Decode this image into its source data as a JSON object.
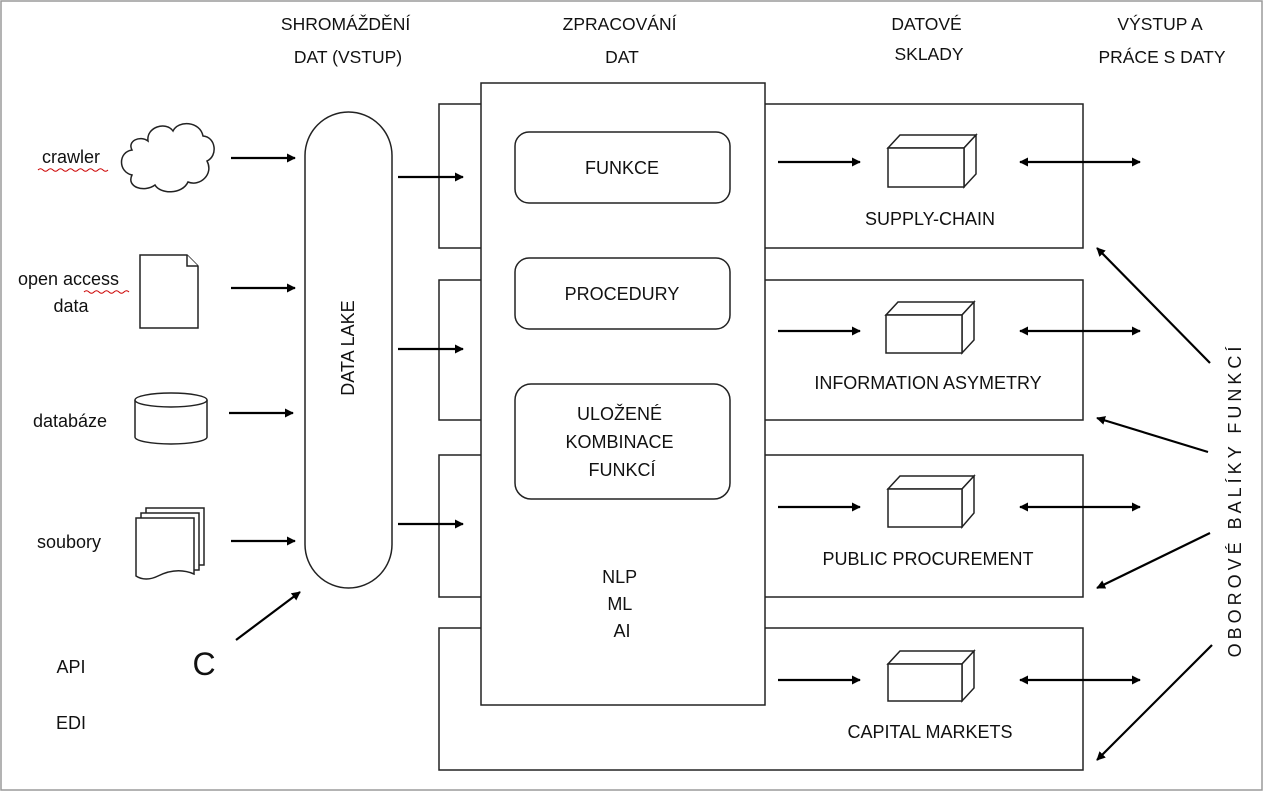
{
  "headers": {
    "input": [
      "SHROMÁŽDĚNÍ",
      "DAT (VSTUP)"
    ],
    "processing": [
      "ZPRACOVÁNÍ",
      "DAT"
    ],
    "storage": [
      "DATOVÉ",
      "SKLADY"
    ],
    "output": [
      "VÝSTUP A",
      "PRÁCE S DATY"
    ]
  },
  "sources": {
    "crawler": "crawler",
    "open_access": [
      "open access",
      "data"
    ],
    "database": "databáze",
    "files": "soubory",
    "api": "API",
    "edi": "EDI",
    "c": "C"
  },
  "data_lake": "DATA LAKE",
  "processing": {
    "functions": "FUNKCE",
    "procedures": "PROCEDURY",
    "saved": [
      "ULOŽENÉ",
      "KOMBINACE",
      "FUNKCÍ"
    ],
    "tech": [
      "NLP",
      "ML",
      "AI"
    ]
  },
  "warehouses": [
    "SUPPLY-CHAIN",
    "INFORMATION ASYMETRY",
    "PUBLIC PROCUREMENT",
    "CAPITAL MARKETS"
  ],
  "side_label": "OBOROVÉ BALÍKY FUNKCÍ",
  "colors": {
    "line": "#000000",
    "background": "#ffffff",
    "spellcheck_underline": "#cc0000"
  }
}
